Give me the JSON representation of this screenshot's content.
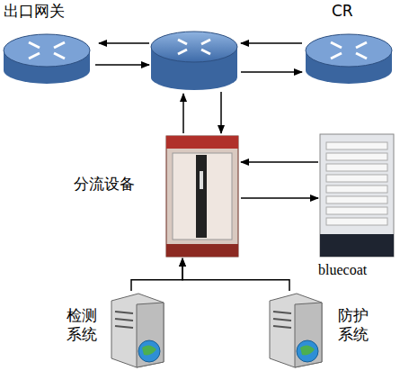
{
  "diagram": {
    "nodes": [
      {
        "text": [
          "出口网关"
        ]
      },
      {
        "text": [
          "CR"
        ]
      },
      {
        "text": [
          "分流设备"
        ]
      },
      {
        "text": [
          "bluecoat"
        ]
      },
      {
        "text": [
          "检测 系统"
        ]
      },
      {
        "text": [
          "防护 系统"
        ]
      }
    ],
    "edges": [
      {
        "from": 3,
        "to": 2,
        "arrow": "to"
      },
      {
        "from": 2,
        "to": 3,
        "arrow": "to"
      },
      {
        "from": 4,
        "to": 2,
        "arrow": "to"
      },
      {
        "from": 5,
        "to": 2,
        "arrow": "to"
      }
    ]
  }
}
